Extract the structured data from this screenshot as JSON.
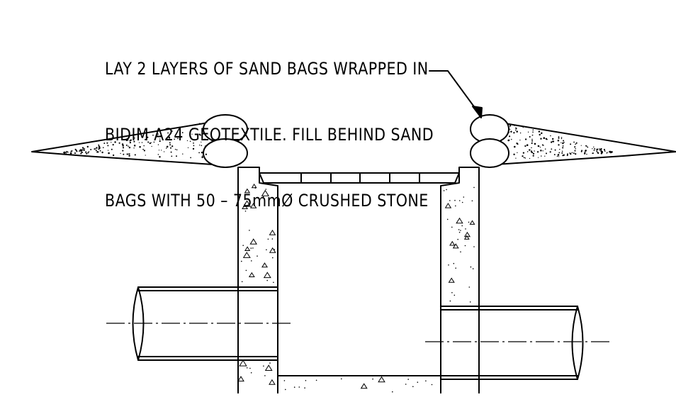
{
  "annotation": {
    "lines": [
      "LAY 2 LAYERS OF SAND BAGS WRAPPED IN",
      "BIDIM A24 GEOTEXTILE. FILL BEHIND SAND",
      "BAGS WITH 50 – 75mmØ CRUSHED STONE"
    ]
  },
  "legend_symbols": {
    "concrete": "stipple-triangles",
    "crushed_stone": "stipple-dots",
    "sand_bag": "ellipse",
    "pipe_centerline": "dash-dot"
  },
  "colors": {
    "line": "#000000",
    "background": "#ffffff"
  }
}
